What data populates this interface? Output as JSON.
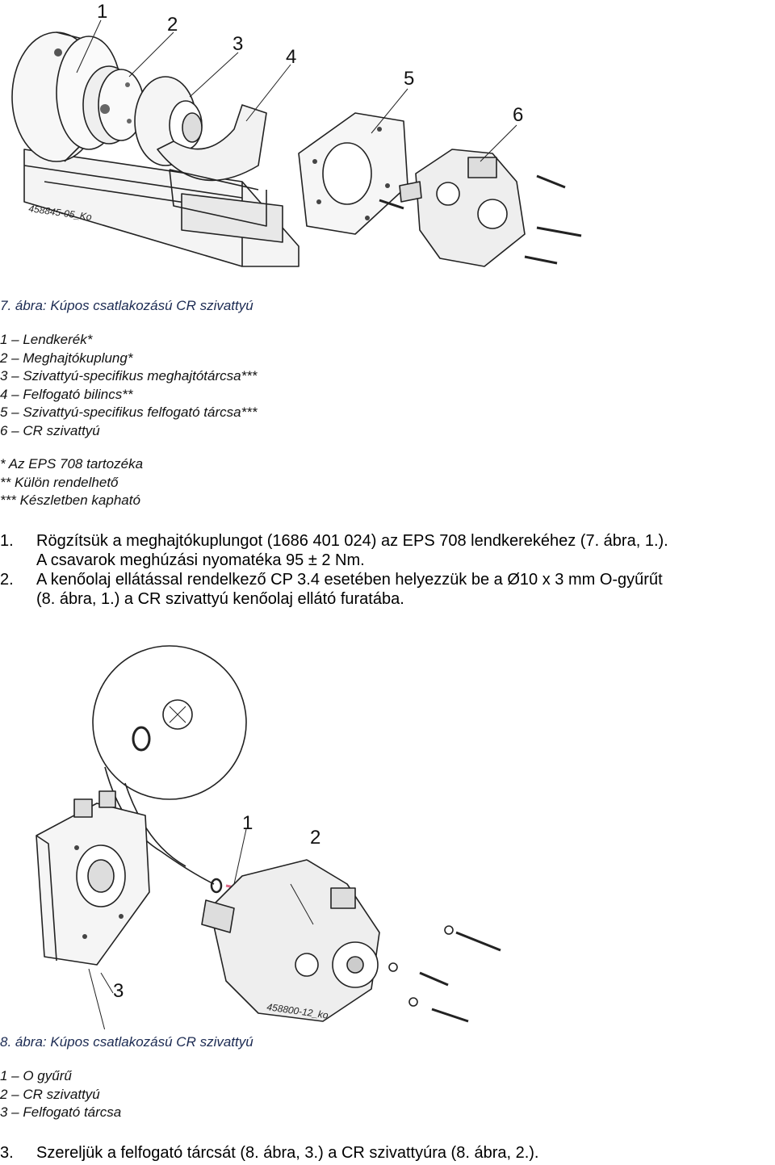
{
  "figure7": {
    "callouts": [
      "1",
      "2",
      "3",
      "4",
      "5",
      "6"
    ],
    "part_number": "458845-05_Ko",
    "caption": "7. ábra: Kúpos csatlakozású CR szivattyú",
    "legend": [
      "1 – Lendkerék*",
      "2 – Meghajtókuplung*",
      "3 – Szivattyú-specifikus meghajtótárcsa***",
      "4 – Felfogató bilincs**",
      "5 – Szivattyú-specifikus felfogató tárcsa***",
      "6 – CR szivattyú"
    ],
    "notes": [
      "* Az EPS 708 tartozéka",
      "** Külön rendelhető",
      "*** Készletben kapható"
    ]
  },
  "steps_a": [
    {
      "num": "1.",
      "lines": [
        "Rögzítsük a meghajtókuplungot (1686 401 024) az EPS 708 lendkerekéhez (7. ábra, 1.).",
        "A csavarok meghúzási nyomatéka 95 ± 2 Nm."
      ]
    },
    {
      "num": "2.",
      "lines": [
        "A kenőolaj ellátással rendelkező CP 3.4 esetében helyezzük be a Ø10 x 3 mm O-gyűrűt",
        "(8. ábra, 1.) a CR szivattyú kenőolaj ellátó furatába."
      ]
    }
  ],
  "figure8": {
    "callouts": [
      "1",
      "2",
      "3"
    ],
    "part_number": "458800-12_ko",
    "caption": "8. ábra: Kúpos csatlakozású CR szivattyú",
    "legend": [
      "1 – O gyűrű",
      "2 – CR szivattyú",
      "3 – Felfogató tárcsa"
    ]
  },
  "step3": {
    "num": "3.",
    "text": "Szereljük a felfogató tárcsát (8. ábra, 3.) a CR szivattyúra (8. ábra, 2.)."
  }
}
